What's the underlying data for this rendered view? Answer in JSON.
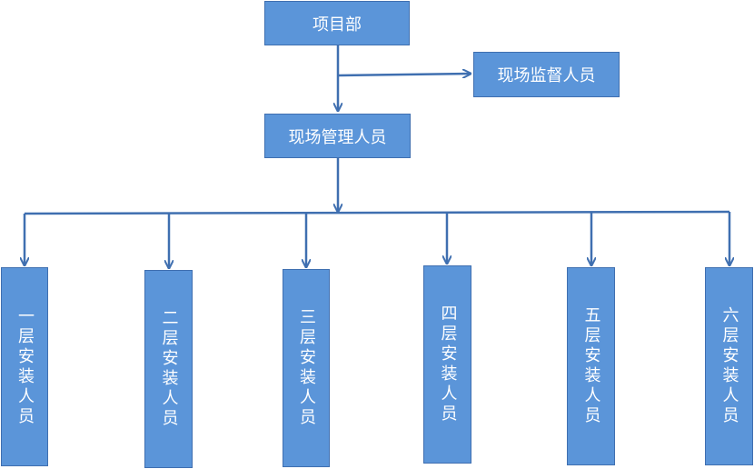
{
  "nodes": {
    "project_dept": "项目部",
    "site_supervisor": "现场监督人员",
    "site_manager": "现场管理人员",
    "floors": [
      "一层安装人员",
      "二层安装人员",
      "三层安装人员",
      "四层安装人员",
      "五层安装人员",
      "六层安装人员"
    ]
  },
  "colors": {
    "box_fill": "#5b95d9",
    "box_border": "#3f6fb0",
    "connector": "#3f6fb0",
    "text": "#ffffff"
  }
}
